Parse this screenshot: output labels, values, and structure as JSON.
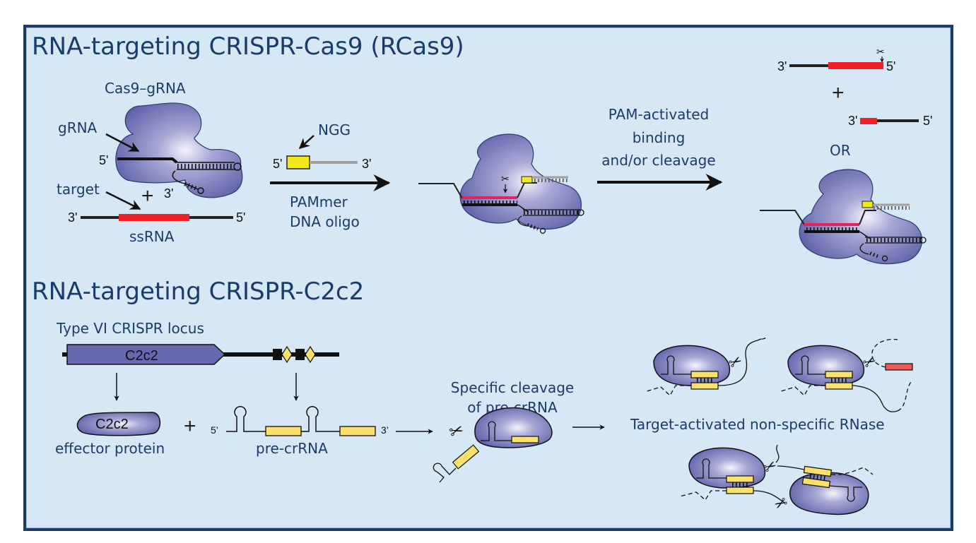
{
  "colors": {
    "background": "#d6e7f6",
    "border": "#1a3c6b",
    "text": "#1a3c6b",
    "protein": "#6a6db0",
    "target_rna": "#ee2228",
    "hybrid_rna": "#e0245e",
    "pam": "#f2e81a",
    "crrna_spacer": "#fbe06a",
    "cleaved_fragment": "#ef5b5b",
    "dna_strand": "#a0a0a0"
  },
  "top": {
    "title": "RNA-targeting CRISPR-Cas9 (RCas9)",
    "complex_label": "Cas9–gRNA",
    "grna_label": "gRNA",
    "target_label": "target",
    "ssrna_label": "ssRNA",
    "five_prime": "5'",
    "three_prime": "3'",
    "plus": "+",
    "pam_label": "NGG",
    "pammer_line1": "PAMmer",
    "pammer_line2": "DNA oligo",
    "step2_line1": "PAM-activated",
    "step2_line2": "binding",
    "step2_line3": "and/or cleavage",
    "or_label": "OR"
  },
  "bottom": {
    "title": "RNA-targeting CRISPR-C2c2",
    "locus_label": "Type VI CRISPR locus",
    "gene_label": "C2c2",
    "protein_label": "C2c2",
    "effector_label": "effector protein",
    "precrrna_label": "pre-crRNA",
    "five_prime": "5’",
    "three_prime": "3’",
    "plus": "+",
    "cleavage_line1": "Specific cleavage",
    "cleavage_line2": "of pre-crRNA",
    "rnase_label": "Target-activated non-specific RNase"
  }
}
